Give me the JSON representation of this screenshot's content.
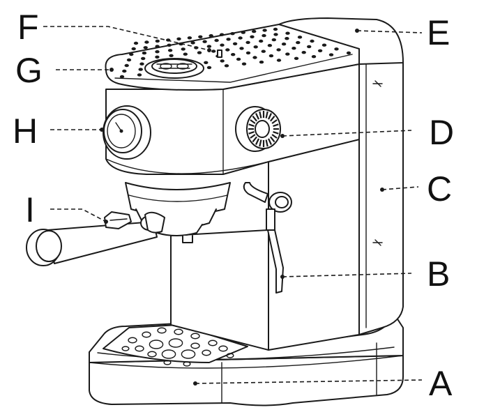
{
  "labels": {
    "A": "A",
    "B": "B",
    "C": "C",
    "D": "D",
    "E": "E",
    "F": "F",
    "G": "G",
    "H": "H",
    "I": "I"
  },
  "colors": {
    "line": "#1a1a1a",
    "background": "#ffffff"
  }
}
